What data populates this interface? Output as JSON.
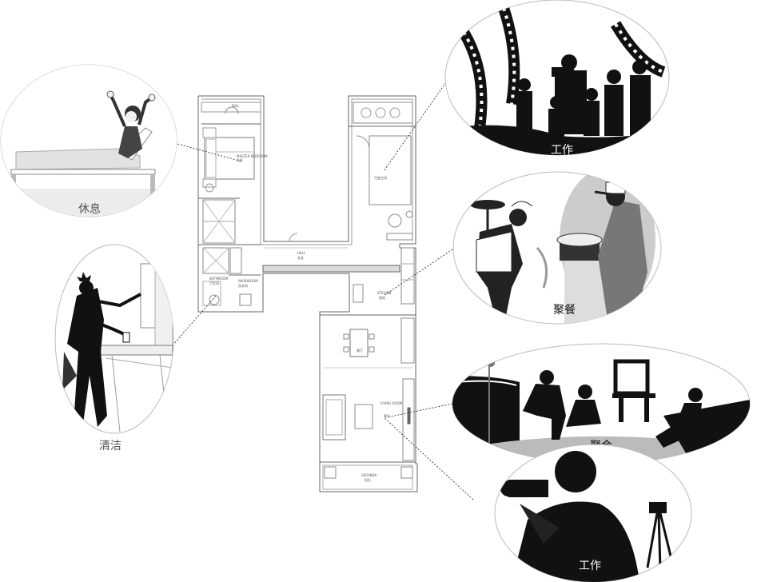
{
  "vignettes": {
    "rest": "休息",
    "clean": "清洁",
    "work_top": "工作",
    "dining": "聚餐",
    "gathering": "聚会",
    "work_bottom": "工作"
  },
  "floorplan": {
    "bedroom": "主卧",
    "bedroom_en": "MASTER BEDROOM",
    "flex_room": "可变空间",
    "hall_en": "HALL",
    "hall": "玄关",
    "bathroom_en": "BATHROOM",
    "bathroom": "卫生间",
    "washroom_en": "WASHROOM",
    "washroom": "洗衣间",
    "kitchen_en": "KITCHEN",
    "kitchen": "厨房",
    "dining": "餐厅",
    "living_en": "LIVING ROOM",
    "living": "客厅",
    "balcony_en": "VERANDA",
    "balcony": "阳台",
    "top_left_en": "RAIL"
  }
}
